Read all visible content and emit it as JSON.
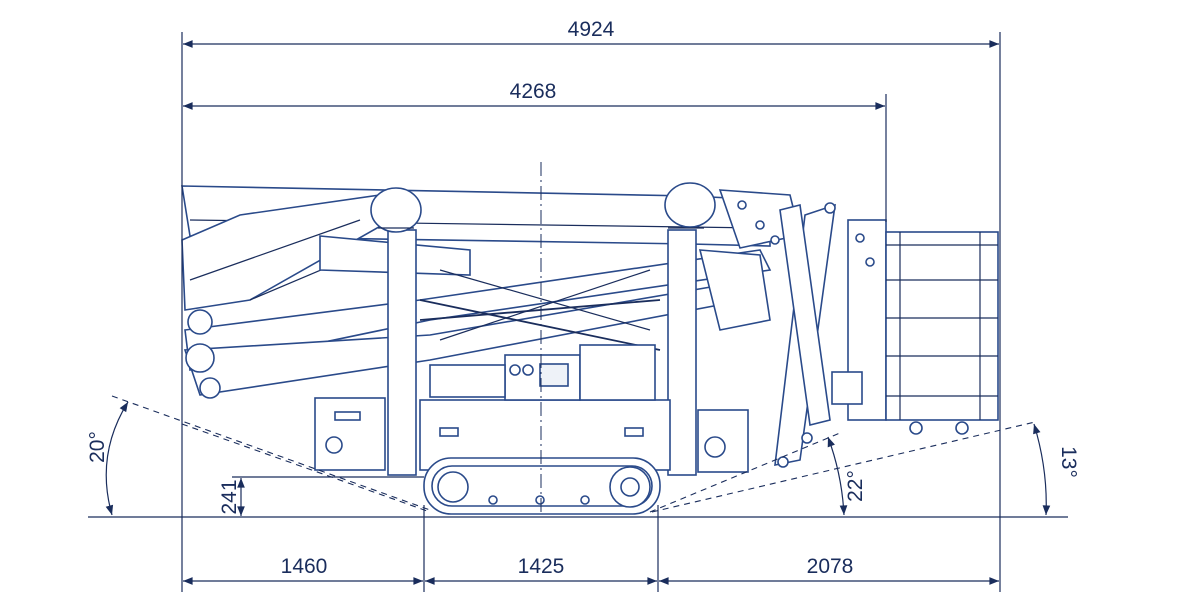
{
  "colors": {
    "line": "#1a2d5c",
    "machine": "#2a4a8a",
    "background": "#ffffff"
  },
  "dimensions": {
    "overall_length": "4924",
    "length_without_basket": "4268",
    "rear_overhang": "1460",
    "track_length": "1425",
    "front_overhang": "2078",
    "ground_clearance": "241"
  },
  "angles": {
    "rear_departure": "20°",
    "front_approach": "22°",
    "basket_angle": "13°"
  }
}
